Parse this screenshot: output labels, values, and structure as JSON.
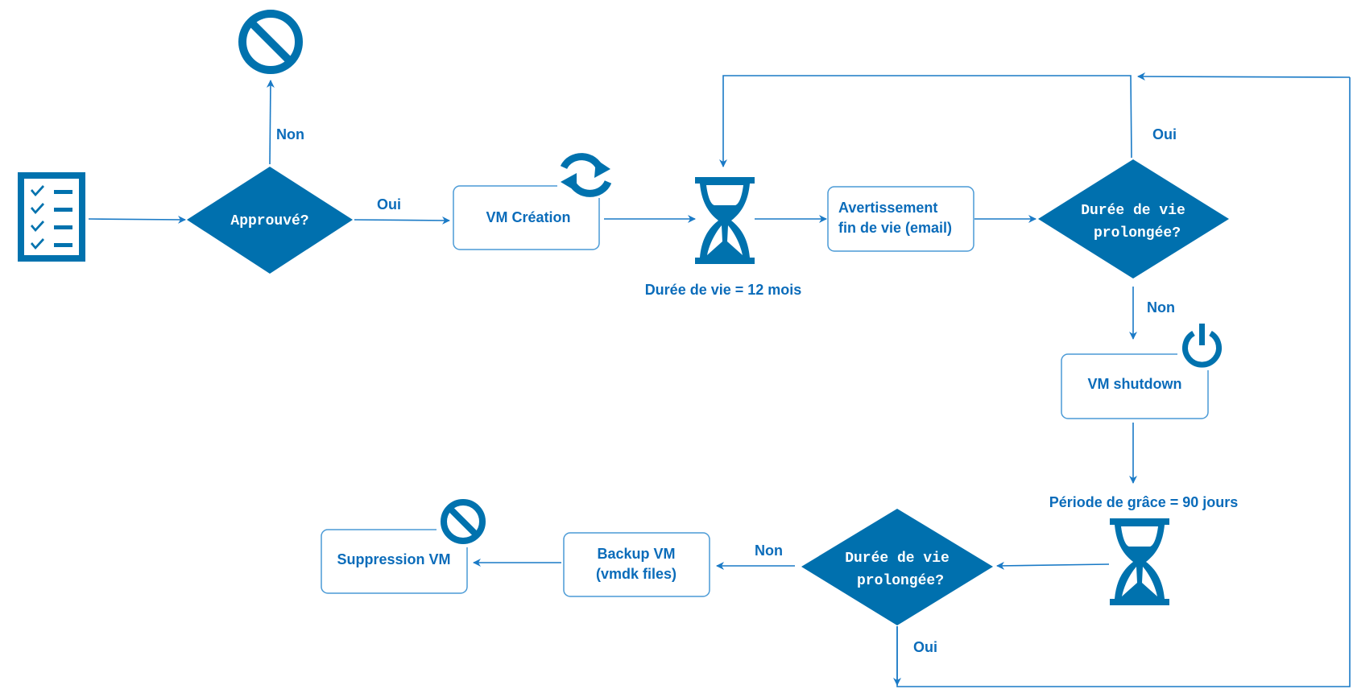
{
  "diagram": {
    "title": "VM lifecycle flowchart",
    "colors": {
      "primary": "#0070ae",
      "edge": "#1a7ac6",
      "text": "#0b6cba",
      "box_border": "#4a9ad6"
    },
    "nodes": {
      "request": {
        "icon": "checklist-icon"
      },
      "approved": {
        "type": "decision",
        "label": "Approuvé?"
      },
      "rejected": {
        "icon": "forbidden-icon"
      },
      "vm_creation": {
        "type": "process",
        "label": "VM Création",
        "icon": "refresh-icon"
      },
      "lifetime_timer": {
        "icon": "hourglass-icon",
        "label": "Durée de vie = 12 mois"
      },
      "end_of_life_warning": {
        "type": "process",
        "label_line1": "Avertissement",
        "label_line2": "fin de vie (email)"
      },
      "extended_1": {
        "type": "decision",
        "label_line1": "Durée de vie",
        "label_line2": "prolongée?"
      },
      "vm_shutdown": {
        "type": "process",
        "label": "VM shutdown",
        "icon": "power-icon"
      },
      "grace_timer": {
        "icon": "hourglass-icon",
        "label": "Période de grâce = 90 jours"
      },
      "extended_2": {
        "type": "decision",
        "label_line1": "Durée de vie",
        "label_line2": "prolongée?"
      },
      "backup_vm": {
        "type": "process",
        "label_line1": "Backup VM",
        "label_line2": "(vmdk files)"
      },
      "vm_deletion": {
        "type": "process",
        "label": "Suppression VM",
        "icon": "forbidden-icon"
      }
    },
    "edge_labels": {
      "approved_no": "Non",
      "approved_yes": "Oui",
      "extended_1_yes": "Oui",
      "extended_1_no": "Non",
      "extended_2_no": "Non",
      "extended_2_yes": "Oui"
    }
  }
}
